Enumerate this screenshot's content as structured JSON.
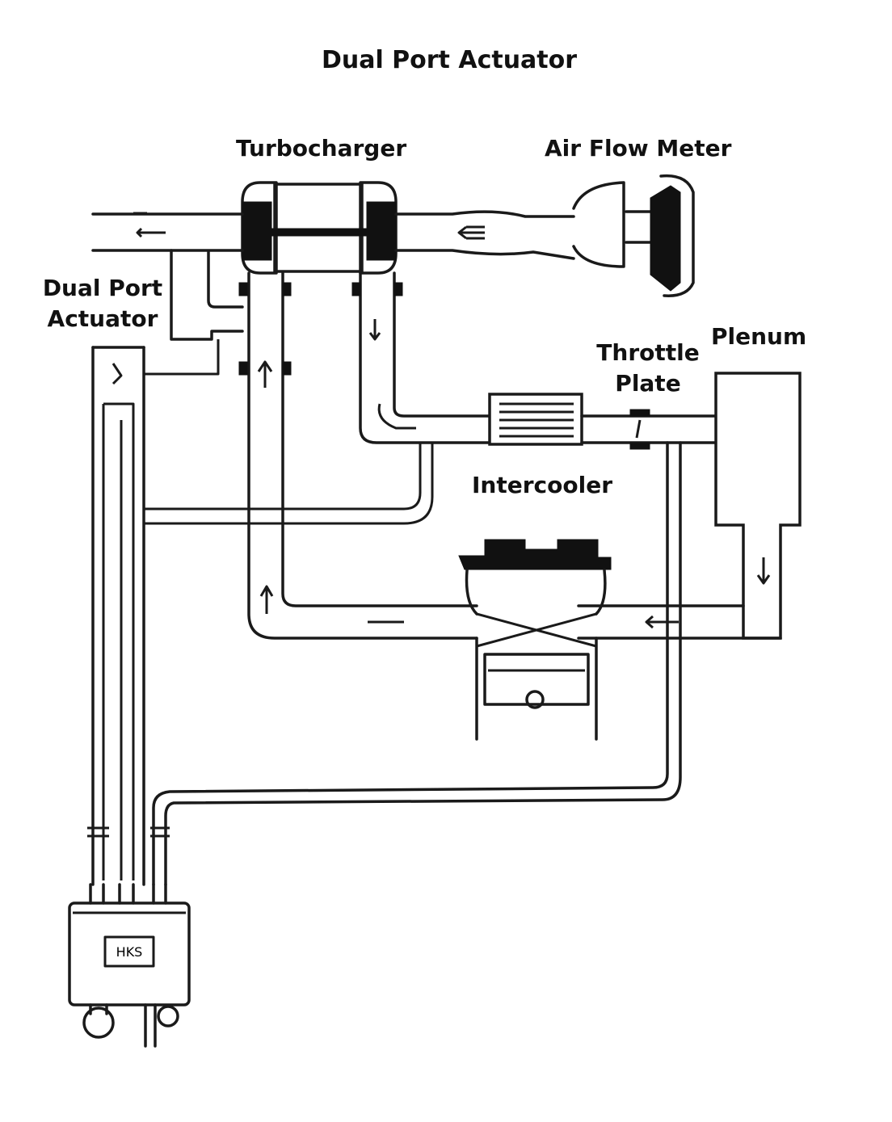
{
  "title": "Dual Port Actuator",
  "labels": {
    "turbocharger": "Turbocharger",
    "air_flow_meter": "Air Flow Meter",
    "actuator_line1": "Dual Port",
    "actuator_line2": "Actuator",
    "throttle_line1": "Throttle",
    "throttle_line2": "Plate",
    "plenum": "Plenum",
    "intercooler": "Intercooler",
    "controller_logo": "HKS"
  },
  "colors": {
    "ink": "#111111",
    "background": "#ffffff"
  }
}
